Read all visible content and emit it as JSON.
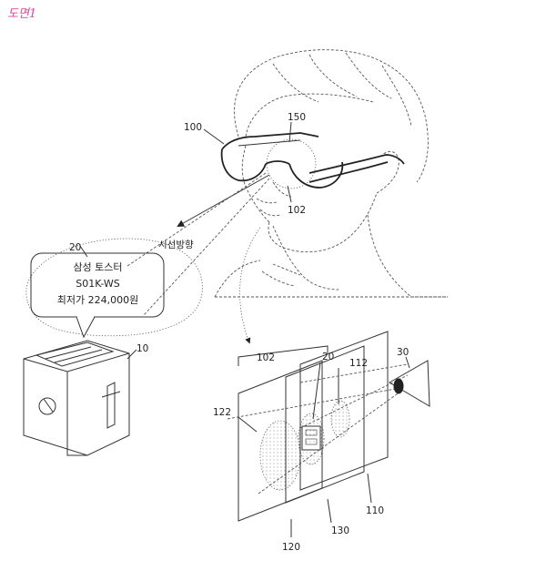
{
  "figure": {
    "title": "도면1"
  },
  "bubble": {
    "line1": "삼성 토스터",
    "line2": "S01K-WS",
    "line3": "최저가 224,000원"
  },
  "labels": {
    "glasses": "100",
    "lens_zone": "150",
    "lens": "102",
    "gaze": "시선방향",
    "bubble_ref": "20",
    "toaster": "10",
    "stack_ref": "102",
    "stack_image": "20",
    "eye": "30",
    "layer_112": "112",
    "layer_122": "122",
    "layer_110": "110",
    "layer_130": "130",
    "layer_120": "120"
  }
}
